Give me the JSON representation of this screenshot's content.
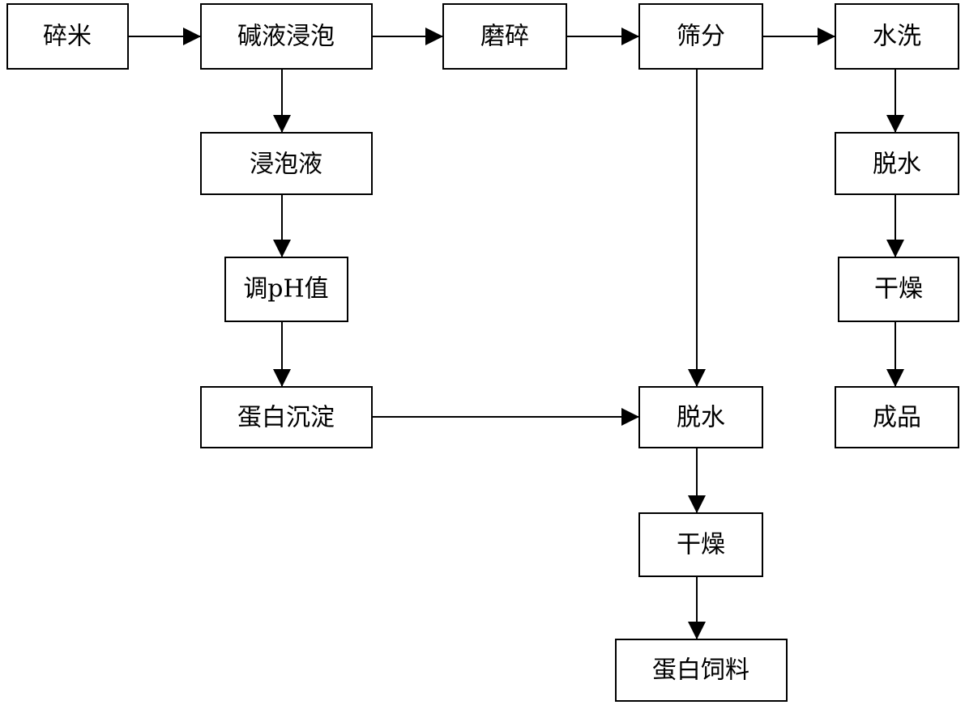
{
  "nodes": {
    "crushed_rice": "碎米",
    "alkali_soak": "碱液浸泡",
    "grinding": "磨碎",
    "sieving": "筛分",
    "water_wash": "水洗",
    "soak_liquid": "浸泡液",
    "adjust_ph": "调pH值",
    "protein_precipitation": "蛋白沉淀",
    "dehydrate_product": "脱水",
    "dry_product": "干燥",
    "finished_product": "成品",
    "dehydrate_feed": "脱水",
    "dry_feed": "干燥",
    "protein_feed": "蛋白饲料"
  },
  "edges": [
    {
      "from": "crushed_rice",
      "to": "alkali_soak"
    },
    {
      "from": "alkali_soak",
      "to": "grinding"
    },
    {
      "from": "grinding",
      "to": "sieving"
    },
    {
      "from": "sieving",
      "to": "water_wash"
    },
    {
      "from": "alkali_soak",
      "to": "soak_liquid"
    },
    {
      "from": "soak_liquid",
      "to": "adjust_ph"
    },
    {
      "from": "adjust_ph",
      "to": "protein_precipitation"
    },
    {
      "from": "protein_precipitation",
      "to": "dehydrate_feed"
    },
    {
      "from": "sieving",
      "to": "dehydrate_feed"
    },
    {
      "from": "dehydrate_feed",
      "to": "dry_feed"
    },
    {
      "from": "dry_feed",
      "to": "protein_feed"
    },
    {
      "from": "water_wash",
      "to": "dehydrate_product"
    },
    {
      "from": "dehydrate_product",
      "to": "dry_product"
    },
    {
      "from": "dry_product",
      "to": "finished_product"
    }
  ]
}
